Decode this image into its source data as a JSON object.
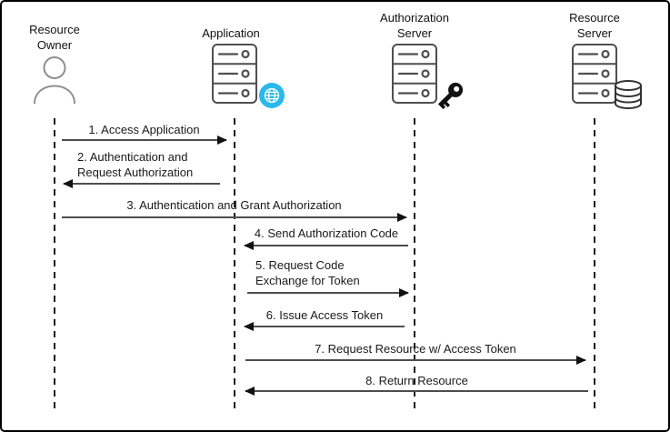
{
  "diagram_type": "oauth-authorization-code-sequence",
  "actors": [
    {
      "name": "Resource Owner",
      "icon": "person"
    },
    {
      "name": "Application",
      "icon": "server",
      "badge": "globe"
    },
    {
      "name": "Authorization Server",
      "icon": "server",
      "badge": "key"
    },
    {
      "name": "Resource Server",
      "icon": "server",
      "badge": "database"
    }
  ],
  "messages": [
    {
      "label": "1. Access Application",
      "from": "Resource Owner",
      "to": "Application"
    },
    {
      "label": "2. Authentication and\nRequest Authorization",
      "from": "Application",
      "to": "Resource Owner"
    },
    {
      "label": "3. Authentication and Grant Authorization",
      "from": "Resource Owner",
      "to": "Authorization Server"
    },
    {
      "label": "4. Send Authorization Code",
      "from": "Authorization Server",
      "to": "Application"
    },
    {
      "label": "5. Request Code\nExchange for Token",
      "from": "Application",
      "to": "Authorization Server"
    },
    {
      "label": "6. Issue Access Token",
      "from": "Authorization Server",
      "to": "Application"
    },
    {
      "label": "7. Request Resource w/ Access Token",
      "from": "Application",
      "to": "Resource Server"
    },
    {
      "label": "8. Return Resource",
      "from": "Resource Server",
      "to": "Application"
    }
  ],
  "colors": {
    "globe_badge": "#29b9ea",
    "server_icon_stroke": "#4f4f4f",
    "person_icon_stroke": "#8f8f8f",
    "arrow_line": "#4d4d4d",
    "arrow_head": "#111111",
    "text": "#1a1a1a",
    "background": "#ffffff",
    "border": "#000000"
  }
}
